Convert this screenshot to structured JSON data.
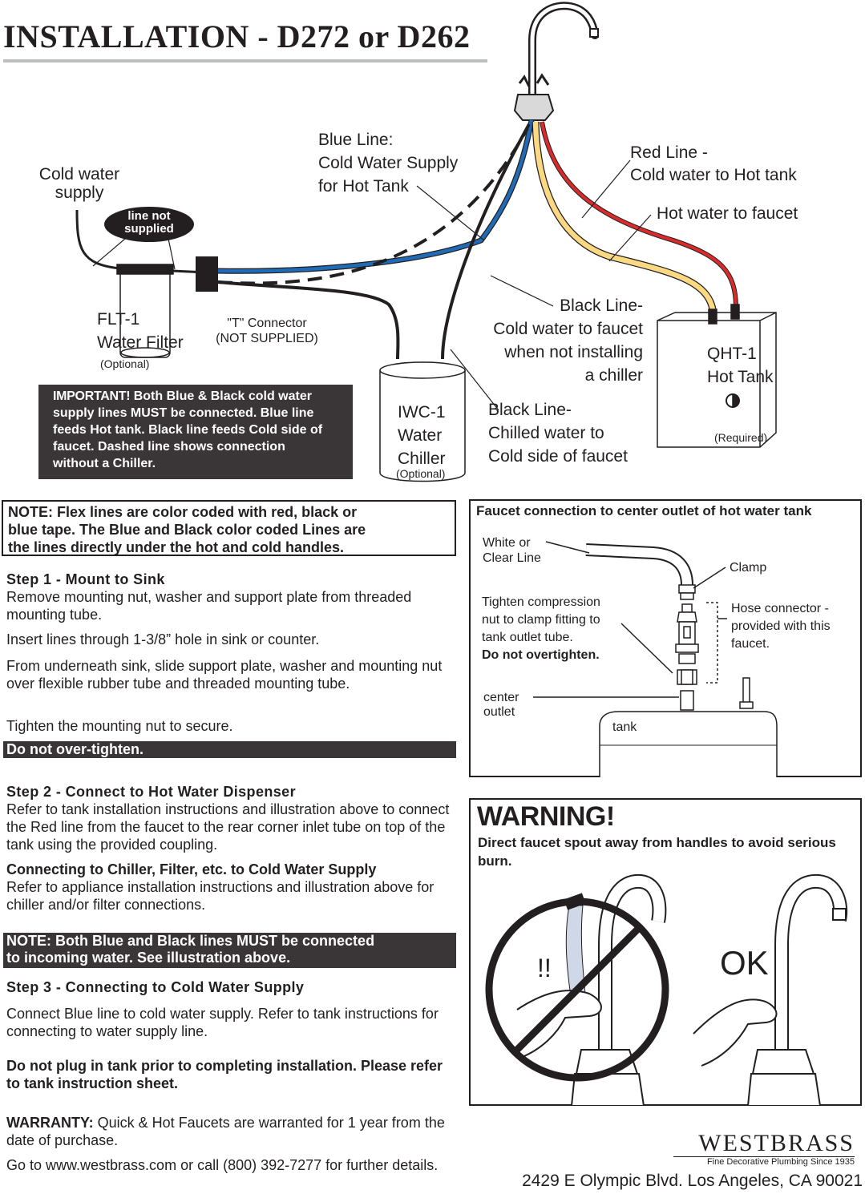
{
  "title": "INSTALLATION - D272 or D262",
  "diagram": {
    "cold_supply": [
      "Cold water",
      "supply"
    ],
    "line_not_supplied": [
      "line not",
      "supplied"
    ],
    "filter": [
      "FLT-1",
      "Water Filter"
    ],
    "filter_optional": "(Optional)",
    "t_connector": [
      "\"T\" Connector",
      "(NOT SUPPLIED)"
    ],
    "blue_line": [
      "Blue Line:",
      "Cold Water Supply",
      "for Hot Tank"
    ],
    "red_line": [
      "Red Line -",
      "Cold water to Hot tank"
    ],
    "hot_water": "Hot water to faucet",
    "black_line_1": [
      "Black Line-",
      "Cold water to faucet",
      "when not installing",
      "a chiller"
    ],
    "black_line_2": [
      "Black Line-",
      "Chilled water to",
      "Cold side of faucet"
    ],
    "chiller": [
      "IWC-1",
      "Water",
      "Chiller"
    ],
    "chiller_optional": "(Optional)",
    "tank": [
      "QHT-1",
      "Hot Tank"
    ],
    "tank_required": "(Required)",
    "important_head": "IMPORTANT!",
    "important_lines": [
      "Both Blue & Black cold water",
      "supply lines MUST be connected.  Blue line",
      "feeds Hot tank.  Black line feeds Cold side of",
      "faucet.  Dashed line shows connection",
      "without a Chiller."
    ]
  },
  "note_flex": [
    "NOTE: Flex lines are color coded with red, black or",
    "blue tape. The Blue and Black color coded Lines are",
    "the lines directly under the hot and cold handles."
  ],
  "step1": {
    "heading": "Step 1 - Mount to Sink",
    "p1": "Remove mounting nut, washer and support plate from threaded mounting tube.",
    "p2": "Insert lines through 1-3/8” hole in sink or counter.",
    "p3": "From underneath sink, slide support plate, washer and mounting nut over flexible rubber tube and threaded mounting tube.",
    "p4": "Tighten the mounting nut to secure.",
    "band": "Do not over-tighten."
  },
  "step2": {
    "heading": "Step 2 - Connect to Hot Water Dispenser",
    "p1": "Refer to tank installation instructions and illustration above to connect the Red line from the faucet to the rear corner inlet tube on top of the tank using the provided coupling.",
    "sub": "Connecting to Chiller, Filter, etc. to Cold Water Supply",
    "p2": "Refer to appliance installation instructions and illustration above for chiller and/or filter connections."
  },
  "note_both": [
    "NOTE: Both Blue and Black lines MUST be connected",
    "to incoming water. See illustration above."
  ],
  "step3": {
    "heading": "Step 3 - Connecting to Cold Water Supply",
    "p1": "Connect Blue line to cold water supply. Refer to tank instructions for connecting to water supply line.",
    "p2": "Do not plug in tank prior to completing installation. Please refer to tank instruction sheet."
  },
  "warranty": {
    "label": "WARRANTY:",
    "text": " Quick & Hot Faucets are warranted for 1 year from the date of purchase.",
    "contact": "Go to www.westbrass.com or call (800) 392-7277 for further details."
  },
  "faucet_conn": {
    "title": "Faucet connection to center outlet of hot water tank",
    "white_line": [
      "White or",
      "Clear Line"
    ],
    "clamp": "Clamp",
    "tighten": [
      "Tighten compression",
      "nut to clamp fitting to",
      "tank outlet tube."
    ],
    "tighten_bold": "Do not overtighten.",
    "hose": [
      "Hose connector -",
      "provided with this",
      "faucet."
    ],
    "center_outlet": [
      "center",
      "outlet"
    ],
    "tank": "tank"
  },
  "warning": {
    "heading": "WARNING!",
    "text": "Direct faucet spout away from handles to avoid serious burn.",
    "bad_mark": "!!",
    "ok": "OK"
  },
  "footer": {
    "brand": "WESTBRASS",
    "tagline": "Fine Decorative Plumbing Since 1935",
    "address": "2429 E Olympic Blvd. Los Angeles, CA 90021"
  }
}
